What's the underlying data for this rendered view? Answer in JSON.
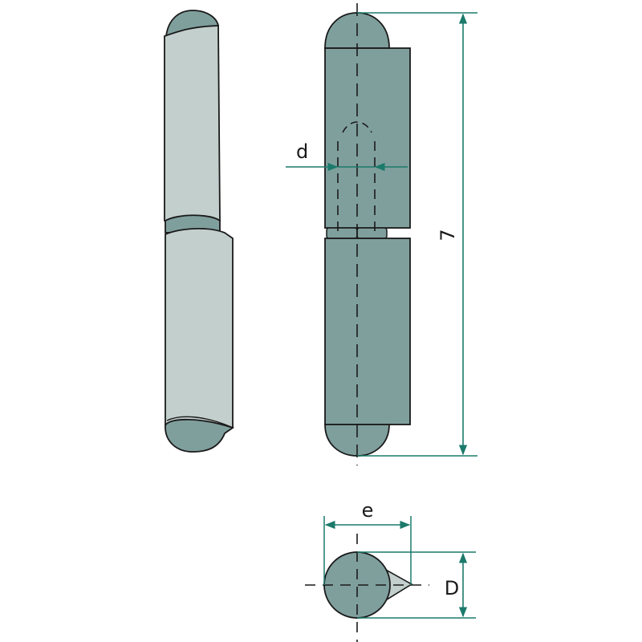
{
  "diagram": {
    "title": "Weld-on bullet hinge technical drawing",
    "views": {
      "side_view": "hinge side view",
      "front_view": "hinge front view with hidden pin",
      "cross_section": "hinge cross section"
    },
    "labels": {
      "pin_diameter": "d",
      "length": "7",
      "width": "e",
      "diameter": "D"
    },
    "colors": {
      "light_body": "#c2cfcc",
      "dark_body": "#7f9f9d",
      "dimension_line": "#1b7a6b",
      "outline": "#1a1a1a",
      "background": "#ffffff"
    }
  }
}
